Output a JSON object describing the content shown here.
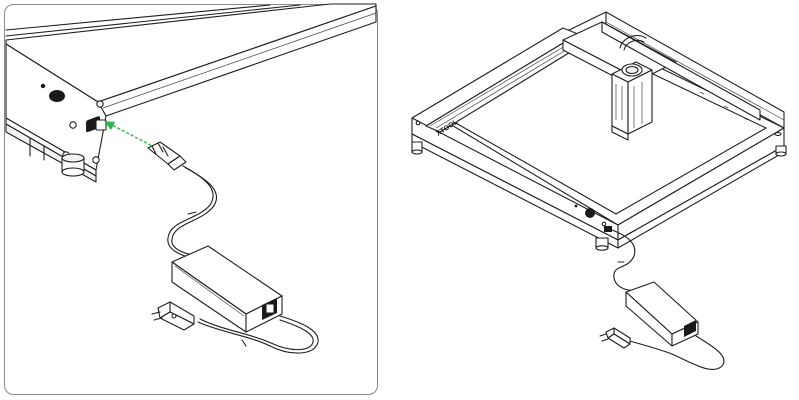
{
  "figure": {
    "left_panel": {
      "subject": "power-adapter-connection-closeup"
    },
    "right_panel": {
      "subject": "laser-engraver-overview"
    },
    "brand_text": "XTOOL",
    "colors": {
      "line": "#1f1f1f",
      "arrow": "#2fb54a",
      "panel_border": "#8a8a8a",
      "fill": "#ffffff",
      "dark": "#1a1a1a"
    }
  }
}
